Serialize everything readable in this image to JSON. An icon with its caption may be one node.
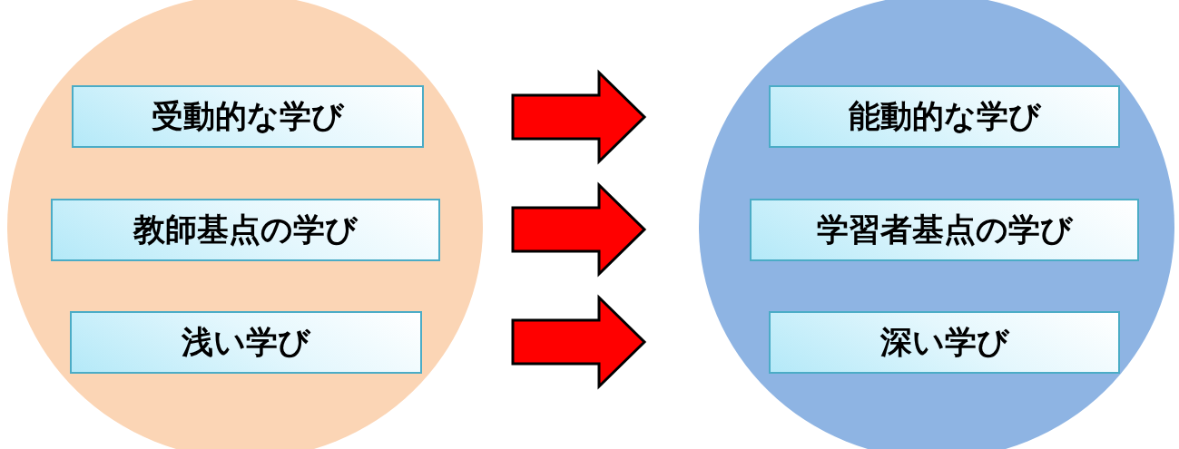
{
  "diagram": {
    "nodes": [
      {
        "text": [],
        "shape": "circle"
      },
      {
        "text": [
          "受動的な学び"
        ],
        "in": 0
      },
      {
        "text": [
          "教師基点の学び"
        ],
        "in": 0
      },
      {
        "text": [
          "浅い学び"
        ],
        "in": 0
      },
      {
        "text": [],
        "shape": "circle"
      },
      {
        "text": [
          "能動的な学び"
        ],
        "in": 4
      },
      {
        "text": [
          "学習者基点の学び"
        ],
        "in": 4
      },
      {
        "text": [
          "深い学び"
        ],
        "in": 4
      }
    ],
    "edges": [
      {
        "from": 0,
        "to": 4,
        "arrow": "to",
        "style": "thick",
        "color": "#ff0000"
      },
      {
        "from": 0,
        "to": 4,
        "arrow": "to",
        "style": "thick",
        "color": "#ff0000"
      },
      {
        "from": 0,
        "to": 4,
        "arrow": "to",
        "style": "thick",
        "color": "#ff0000"
      }
    ]
  }
}
